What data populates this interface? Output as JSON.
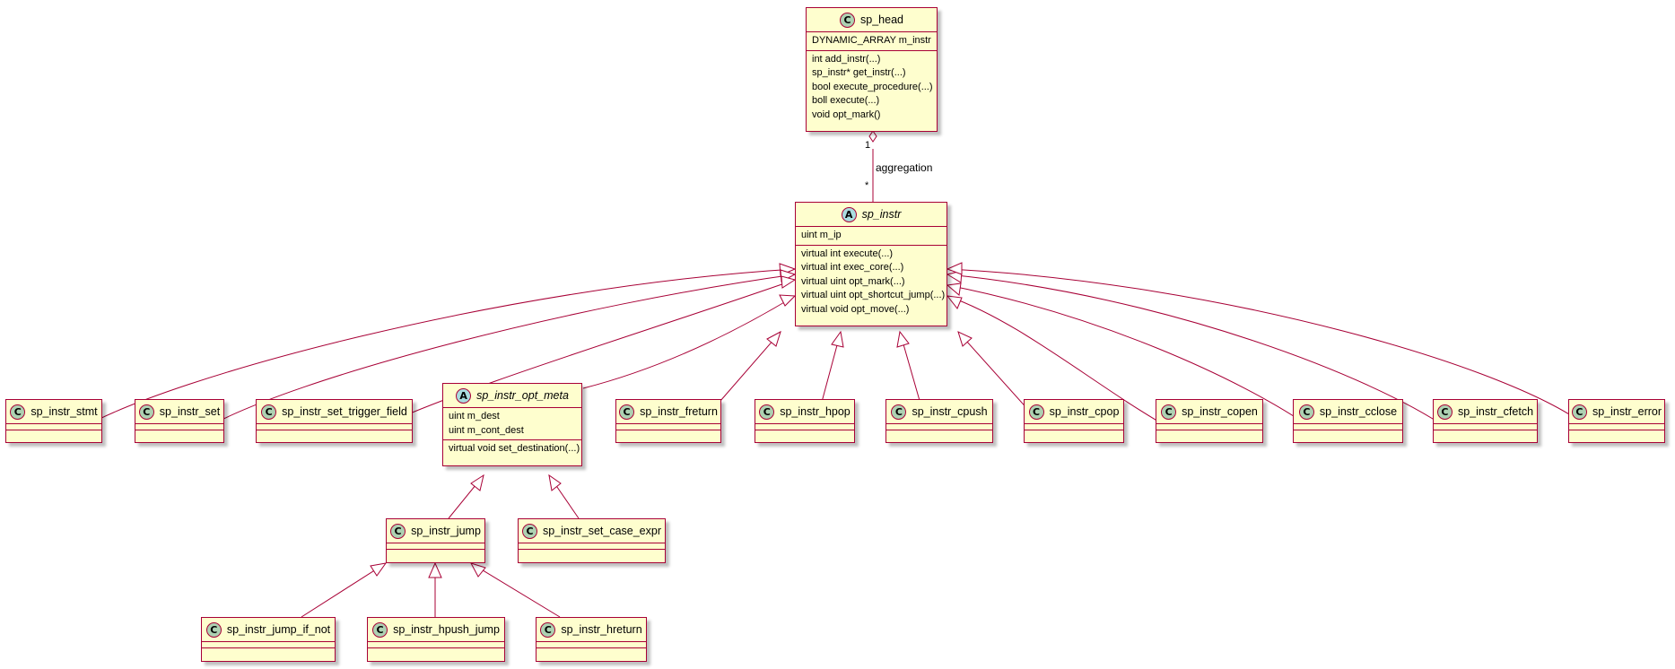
{
  "diagram": {
    "classes": {
      "sp_head": {
        "name": "sp_head",
        "stereotype": "C",
        "fields": [
          "DYNAMIC_ARRAY m_instr"
        ],
        "methods": [
          "int add_instr(...)",
          "sp_instr* get_instr(...)",
          "bool execute_procedure(...)",
          "boll execute(...)",
          "void opt_mark()"
        ]
      },
      "sp_instr": {
        "name": "sp_instr",
        "stereotype": "A",
        "fields": [
          "uint m_ip"
        ],
        "methods": [
          "virtual int execute(...)",
          "virtual int exec_core(...)",
          "virtual uint opt_mark(...)",
          "virtual uint opt_shortcut_jump(...)",
          "virtual void opt_move(...)"
        ]
      },
      "sp_instr_opt_meta": {
        "name": "sp_instr_opt_meta",
        "stereotype": "A",
        "fields": [
          "uint m_dest",
          "uint m_cont_dest"
        ],
        "methods": [
          "virtual void set_destination(...)"
        ]
      },
      "sp_instr_stmt": {
        "name": "sp_instr_stmt",
        "stereotype": "C"
      },
      "sp_instr_set": {
        "name": "sp_instr_set",
        "stereotype": "C"
      },
      "sp_instr_set_trigger_field": {
        "name": "sp_instr_set_trigger_field",
        "stereotype": "C"
      },
      "sp_instr_freturn": {
        "name": "sp_instr_freturn",
        "stereotype": "C"
      },
      "sp_instr_hpop": {
        "name": "sp_instr_hpop",
        "stereotype": "C"
      },
      "sp_instr_cpush": {
        "name": "sp_instr_cpush",
        "stereotype": "C"
      },
      "sp_instr_cpop": {
        "name": "sp_instr_cpop",
        "stereotype": "C"
      },
      "sp_instr_copen": {
        "name": "sp_instr_copen",
        "stereotype": "C"
      },
      "sp_instr_cclose": {
        "name": "sp_instr_cclose",
        "stereotype": "C"
      },
      "sp_instr_cfetch": {
        "name": "sp_instr_cfetch",
        "stereotype": "C"
      },
      "sp_instr_error": {
        "name": "sp_instr_error",
        "stereotype": "C"
      },
      "sp_instr_jump": {
        "name": "sp_instr_jump",
        "stereotype": "C"
      },
      "sp_instr_set_case_expr": {
        "name": "sp_instr_set_case_expr",
        "stereotype": "C"
      },
      "sp_instr_jump_if_not": {
        "name": "sp_instr_jump_if_not",
        "stereotype": "C"
      },
      "sp_instr_hpush_jump": {
        "name": "sp_instr_hpush_jump",
        "stereotype": "C"
      },
      "sp_instr_hreturn": {
        "name": "sp_instr_hreturn",
        "stereotype": "C"
      }
    },
    "aggregation": {
      "label": "aggregation",
      "from_mult": "1",
      "to_mult": "*"
    },
    "colors": {
      "border": "#A80036",
      "fill": "#FEFECE",
      "class_badge": "#ADD1B2",
      "abstract_badge": "#A9DCDF"
    }
  }
}
